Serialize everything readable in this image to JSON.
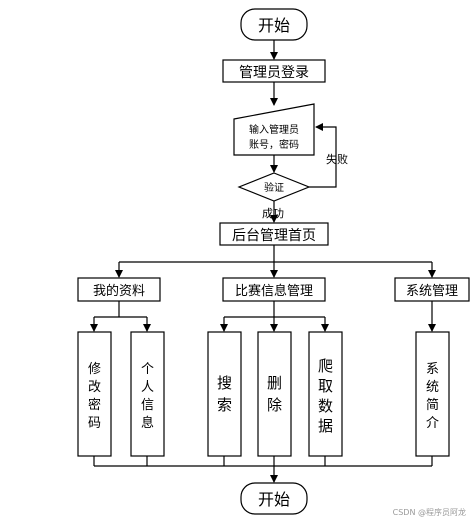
{
  "flow": {
    "start": "开始",
    "login": "管理员登录",
    "input_line1": "输入管理员",
    "input_line2": "账号，密码",
    "verify": "验证",
    "fail": "失败",
    "success": "成功",
    "home": "后台管理首页",
    "group_profile": "我的资料",
    "group_match": "比赛信息管理",
    "group_system": "系统管理",
    "leaf_change_pwd": [
      "修",
      "改",
      "密",
      "码"
    ],
    "leaf_personal": [
      "个",
      "人",
      "信",
      "息"
    ],
    "leaf_search": [
      "搜",
      "索"
    ],
    "leaf_delete": [
      "删",
      "除"
    ],
    "leaf_crawl": [
      "爬",
      "取",
      "数",
      "据"
    ],
    "leaf_intro": [
      "系",
      "统",
      "简",
      "介"
    ],
    "end": "开始"
  },
  "watermark": "CSDN @程序员阿龙"
}
